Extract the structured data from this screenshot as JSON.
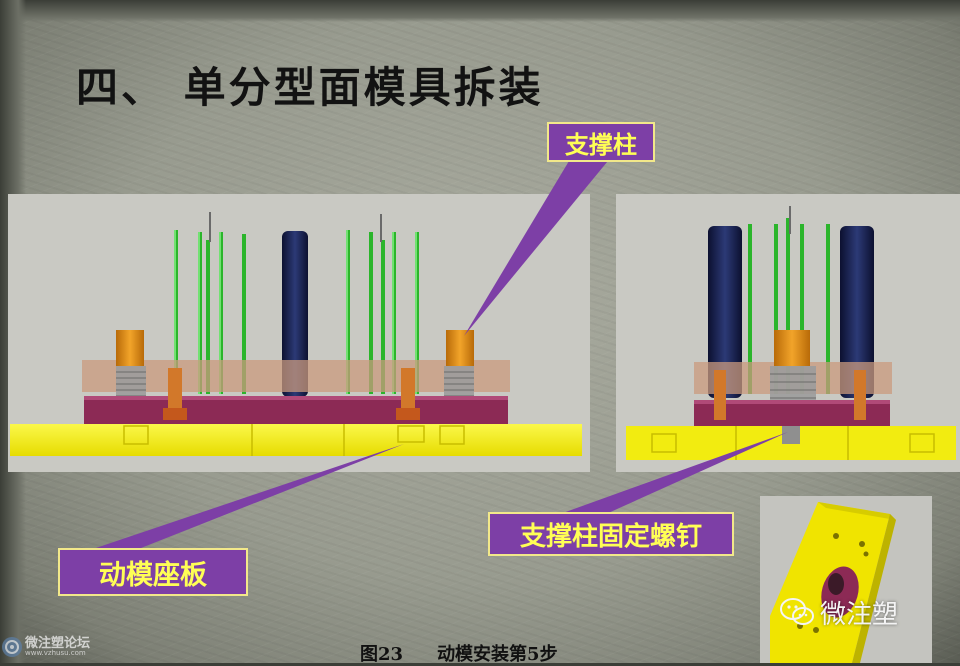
{
  "slide": {
    "title": "四、 单分型面模具拆装",
    "callouts": {
      "support_pillar": "支撑柱",
      "pillar_screw": "支撑柱固定螺钉",
      "moving_clamp_plate": "动模座板"
    },
    "caption": {
      "figure_number": "图23",
      "figure_text": "动模安装第5步"
    },
    "watermarks": {
      "forum_name": "微注塑论坛",
      "forum_url": "www.vzhusu.com",
      "wechat_brand": "微注塑"
    },
    "colors": {
      "callout_bg": "#7d3fa6",
      "callout_text": "#ffff55",
      "clamp_plate": "#f7f300",
      "support_plate": "#8c2a55",
      "ejector_pin": "#46d946",
      "guide_pillar": "#141a3a",
      "support_pillar": "#e08a12"
    }
  }
}
